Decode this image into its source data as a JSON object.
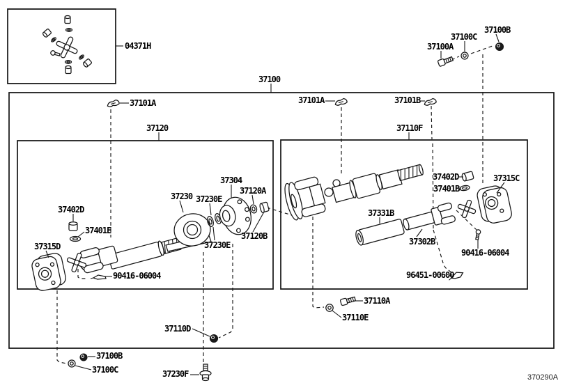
{
  "diagram": {
    "drawing_number": "370290A",
    "description": "propeller-shaft and universal-joint parts diagram",
    "colors": {
      "line": "#141414",
      "background": "#ffffff",
      "text": "#000000"
    }
  },
  "boxes": {
    "kit_box": {
      "part_label": "04371H"
    },
    "assembly_box": {
      "part_label": "37100"
    },
    "rear_shaft_box": {
      "part_label": "37120"
    },
    "front_shaft_box": {
      "part_label": "37110F"
    }
  },
  "icons": [
    "spider-kit-icon",
    "clip-icon",
    "bolt-icon",
    "washer-icon",
    "nut-icon",
    "bushing-icon",
    "ring-icon",
    "flange-icon",
    "yoke-icon",
    "bearing-icon",
    "tube-icon"
  ],
  "labels": [
    {
      "name": "04371H",
      "text": "04371H"
    },
    {
      "name": "37100",
      "text": "37100"
    },
    {
      "name": "37101A-left",
      "text": "37101A"
    },
    {
      "name": "37120",
      "text": "37120"
    },
    {
      "name": "37101A-mid",
      "text": "37101A"
    },
    {
      "name": "37101B",
      "text": "37101B"
    },
    {
      "name": "37110F",
      "text": "37110F"
    },
    {
      "name": "37100A-top",
      "text": "37100A"
    },
    {
      "name": "37100C-top",
      "text": "37100C"
    },
    {
      "name": "37100B-top",
      "text": "37100B"
    },
    {
      "name": "37402D-left",
      "text": "37402D"
    },
    {
      "name": "37401E",
      "text": "37401E"
    },
    {
      "name": "37315D",
      "text": "37315D"
    },
    {
      "name": "37230",
      "text": "37230"
    },
    {
      "name": "37230E-upper",
      "text": "37230E"
    },
    {
      "name": "37304",
      "text": "37304"
    },
    {
      "name": "37120A",
      "text": "37120A"
    },
    {
      "name": "37120B",
      "text": "37120B"
    },
    {
      "name": "37230E-lower",
      "text": "37230E"
    },
    {
      "name": "90416-06004-left",
      "text": "90416-06004"
    },
    {
      "name": "37331B",
      "text": "37331B"
    },
    {
      "name": "37302B",
      "text": "37302B"
    },
    {
      "name": "37402D-right",
      "text": "37402D"
    },
    {
      "name": "37401B",
      "text": "37401B"
    },
    {
      "name": "37315C",
      "text": "37315C"
    },
    {
      "name": "90416-06004-right",
      "text": "90416-06004"
    },
    {
      "name": "96451-00600",
      "text": "96451-00600"
    },
    {
      "name": "37110A",
      "text": "37110A"
    },
    {
      "name": "37110E",
      "text": "37110E"
    },
    {
      "name": "37110D",
      "text": "37110D"
    },
    {
      "name": "37100B-bottom",
      "text": "37100B"
    },
    {
      "name": "37100C-bottom",
      "text": "37100C"
    },
    {
      "name": "37230F",
      "text": "37230F"
    },
    {
      "name": "drawing-number",
      "text": "370290A"
    }
  ]
}
